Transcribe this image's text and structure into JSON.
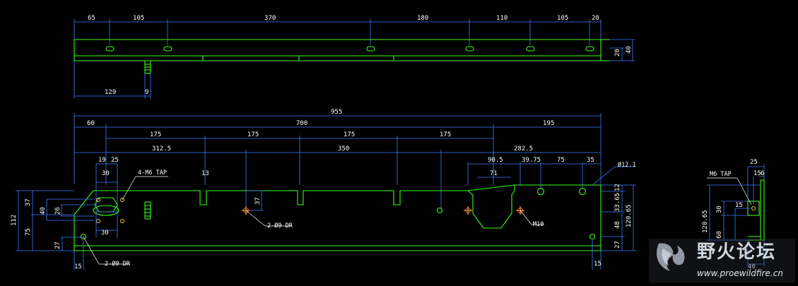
{
  "colors": {
    "background": "#000000",
    "outline": "#39ff14",
    "dimension": "#3a7dff",
    "text": "#ffffff",
    "hole_red": "#ff4040",
    "hole_yellow": "#ffd23a"
  },
  "top_view": {
    "dims_top": [
      "65",
      "105",
      "370",
      "180",
      "110",
      "105",
      "20"
    ],
    "dims_right": [
      "20",
      "40"
    ],
    "dims_bottom": [
      "129",
      "9"
    ]
  },
  "front_view": {
    "overall": "955",
    "row1": [
      "60",
      "700",
      "195"
    ],
    "row2": [
      "175",
      "175",
      "175",
      "175"
    ],
    "row3": [
      "312.5",
      "350",
      "282.5"
    ],
    "row4": [
      "19",
      "25",
      "13",
      "90.5",
      "39.75",
      "75",
      "35"
    ],
    "notch_widths": [
      "30",
      "71"
    ],
    "left_dims": [
      "112",
      "37",
      "40",
      "26",
      "75",
      "27"
    ],
    "mid_dims": [
      "37"
    ],
    "right_dims": [
      "12",
      "33.65",
      "120.65",
      "48",
      "27"
    ],
    "bottom_dims": [
      "30",
      "15",
      "15"
    ],
    "callouts": {
      "tap4": "4-M6 TAP",
      "dr_mid": "2-Ø9 DR",
      "dr_left": "2-Ø9 DR",
      "m10": "M10",
      "dia": "Ø12.1"
    }
  },
  "side_view": {
    "tap": "M6 TAP",
    "dims_top": [
      "25",
      "15",
      "6"
    ],
    "dims_left": [
      "120.65",
      "30",
      "60",
      "15"
    ],
    "dims_bottom": [
      "40"
    ]
  },
  "watermark": {
    "cn": "野火论坛",
    "url": "www.proewildfire.cn"
  }
}
